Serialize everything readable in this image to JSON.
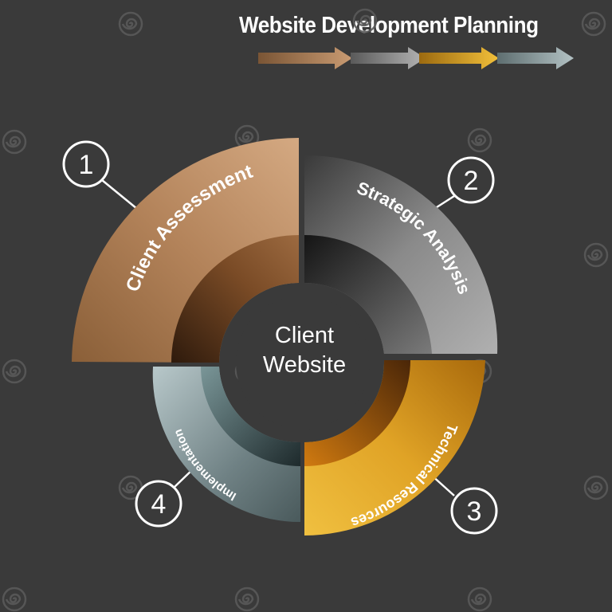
{
  "title": "Website Development Planning",
  "center": {
    "line1": "Client",
    "line2": "Website"
  },
  "segments": [
    {
      "number": "1",
      "label": "Client Assessment",
      "color": "#b3835a"
    },
    {
      "number": "2",
      "label": "Strategic Analysis",
      "color": "#8c8c8c"
    },
    {
      "number": "3",
      "label": "Technical Resources",
      "color": "#e0a326"
    },
    {
      "number": "4",
      "label": "Implementation",
      "color": "#7f9194"
    }
  ],
  "arrows": [
    {
      "color": "#b3835a"
    },
    {
      "color": "#8f8f8f"
    },
    {
      "color": "#e0a326"
    },
    {
      "color": "#8a9a9c"
    }
  ],
  "watermark": "dreamstime"
}
